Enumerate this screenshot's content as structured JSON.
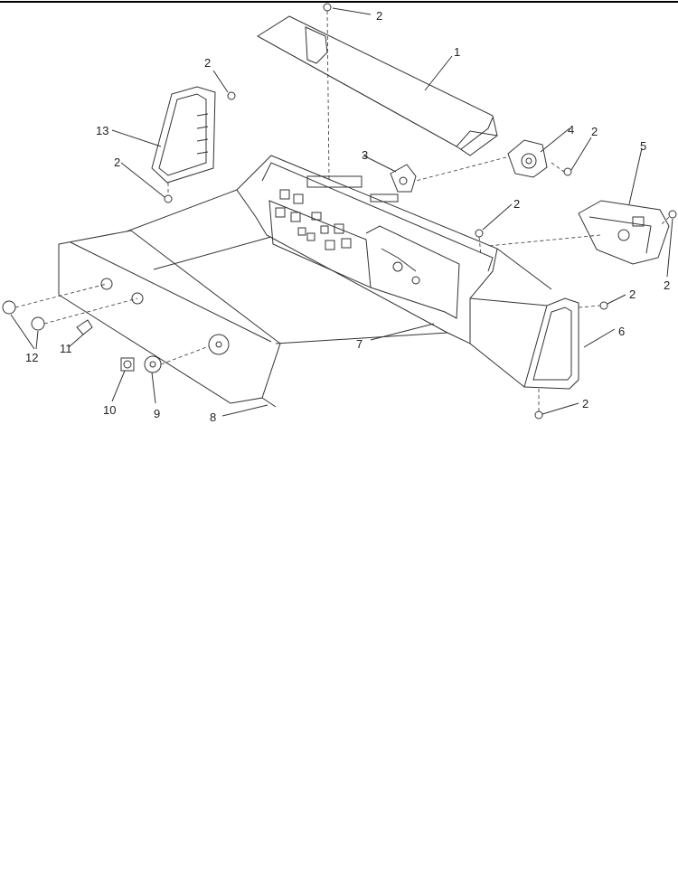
{
  "diagram": {
    "callouts": {
      "c1": "1",
      "c2a": "2",
      "c2b": "2",
      "c2c": "2",
      "c2d": "2",
      "c2e": "2",
      "c2f": "2",
      "c2g": "2",
      "c2h": "2",
      "c3": "3",
      "c4": "4",
      "c5": "5",
      "c6": "6",
      "c7": "7",
      "c8": "8",
      "c9": "9",
      "c10": "10",
      "c11": "11",
      "c12": "12",
      "c13": "13"
    },
    "colors": {
      "line": "#333333",
      "background": "#ffffff"
    }
  }
}
